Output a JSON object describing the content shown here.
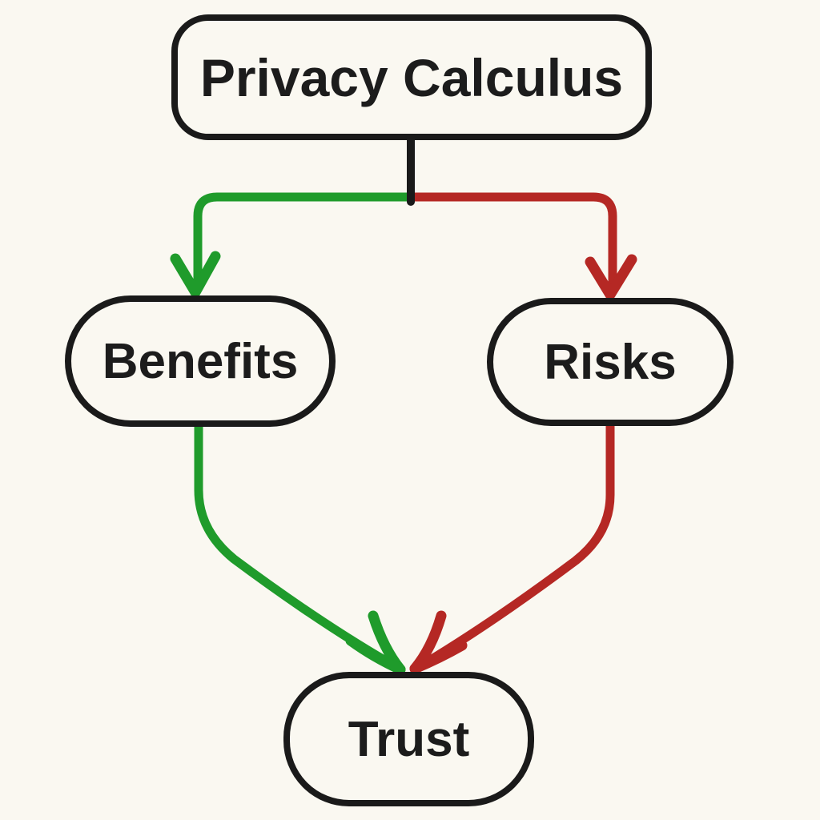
{
  "canvas": {
    "background": "#faf8f1",
    "ink": "#1a1a1a"
  },
  "nodes": {
    "root": {
      "label": "Privacy Calculus"
    },
    "left": {
      "label": "Benefits"
    },
    "right": {
      "label": "Risks"
    },
    "bottom": {
      "label": "Trust"
    }
  },
  "edges": [
    {
      "from": "Privacy Calculus",
      "to": "Benefits",
      "color": "#1f9b2b"
    },
    {
      "from": "Privacy Calculus",
      "to": "Risks",
      "color": "#b52824"
    },
    {
      "from": "Benefits",
      "to": "Trust",
      "color": "#1f9b2b"
    },
    {
      "from": "Risks",
      "to": "Trust",
      "color": "#b52824"
    },
    {
      "from": "Privacy Calculus",
      "to": "split",
      "color": "#1a1a1a"
    }
  ]
}
